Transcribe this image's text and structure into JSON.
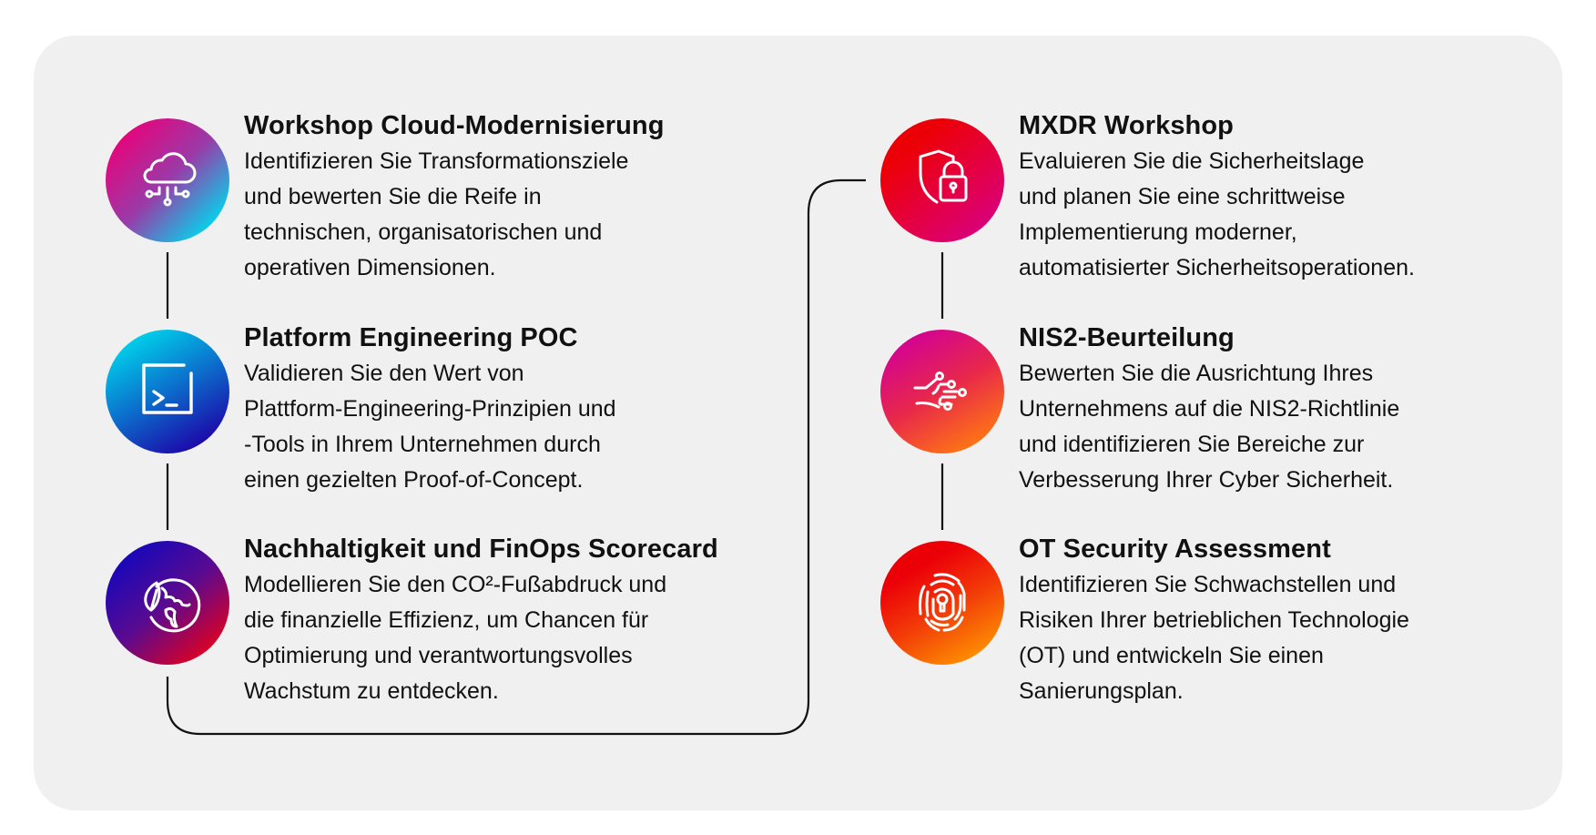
{
  "items": [
    {
      "title": "Workshop Cloud-Modernisierung",
      "icon": "cloud-network-icon",
      "lines": [
        "Identifizieren Sie Transformationsziele",
        "und bewerten Sie die Reife in",
        "technischen, organisatorischen und",
        "operativen Dimensionen."
      ]
    },
    {
      "title": "Platform Engineering POC",
      "icon": "terminal-icon",
      "lines": [
        "Validieren Sie den Wert von",
        "Plattform-Engineering-Prinzipien und",
        "-Tools in Ihrem Unternehmen durch",
        "einen gezielten Proof-of-Concept."
      ]
    },
    {
      "title": "Nachhaltigkeit und FinOps Scorecard",
      "icon": "globe-leaf-icon",
      "lines": [
        "Modellieren Sie den CO²-Fußabdruck und",
        "die finanzielle Effizienz, um Chancen für",
        "Optimierung und verantwortungsvolles",
        "Wachstum zu entdecken."
      ]
    },
    {
      "title": "MXDR Workshop",
      "icon": "shield-lock-icon",
      "lines": [
        "Evaluieren Sie die Sicherheitslage",
        "und planen Sie eine schrittweise",
        "Implementierung moderner,",
        "automatisierter Sicherheitsoperationen."
      ]
    },
    {
      "title": "NIS2-Beurteilung",
      "icon": "hand-circuit-icon",
      "lines": [
        "Bewerten Sie die Ausrichtung Ihres",
        "Unternehmens auf die NIS2-Richtlinie",
        "und identifizieren Sie Bereiche zur",
        "Verbesserung Ihrer Cyber Sicherheit."
      ]
    },
    {
      "title": "OT Security Assessment",
      "icon": "fingerprint-lock-icon",
      "lines": [
        "Identifizieren Sie Schwachstellen und",
        "Risiken Ihrer betrieblichen Technologie",
        "(OT) und entwickeln Sie einen",
        "Sanierungsplan."
      ]
    }
  ],
  "colors": {
    "background": "#f0f0f0",
    "connector": "#111111",
    "text": "#111111"
  }
}
